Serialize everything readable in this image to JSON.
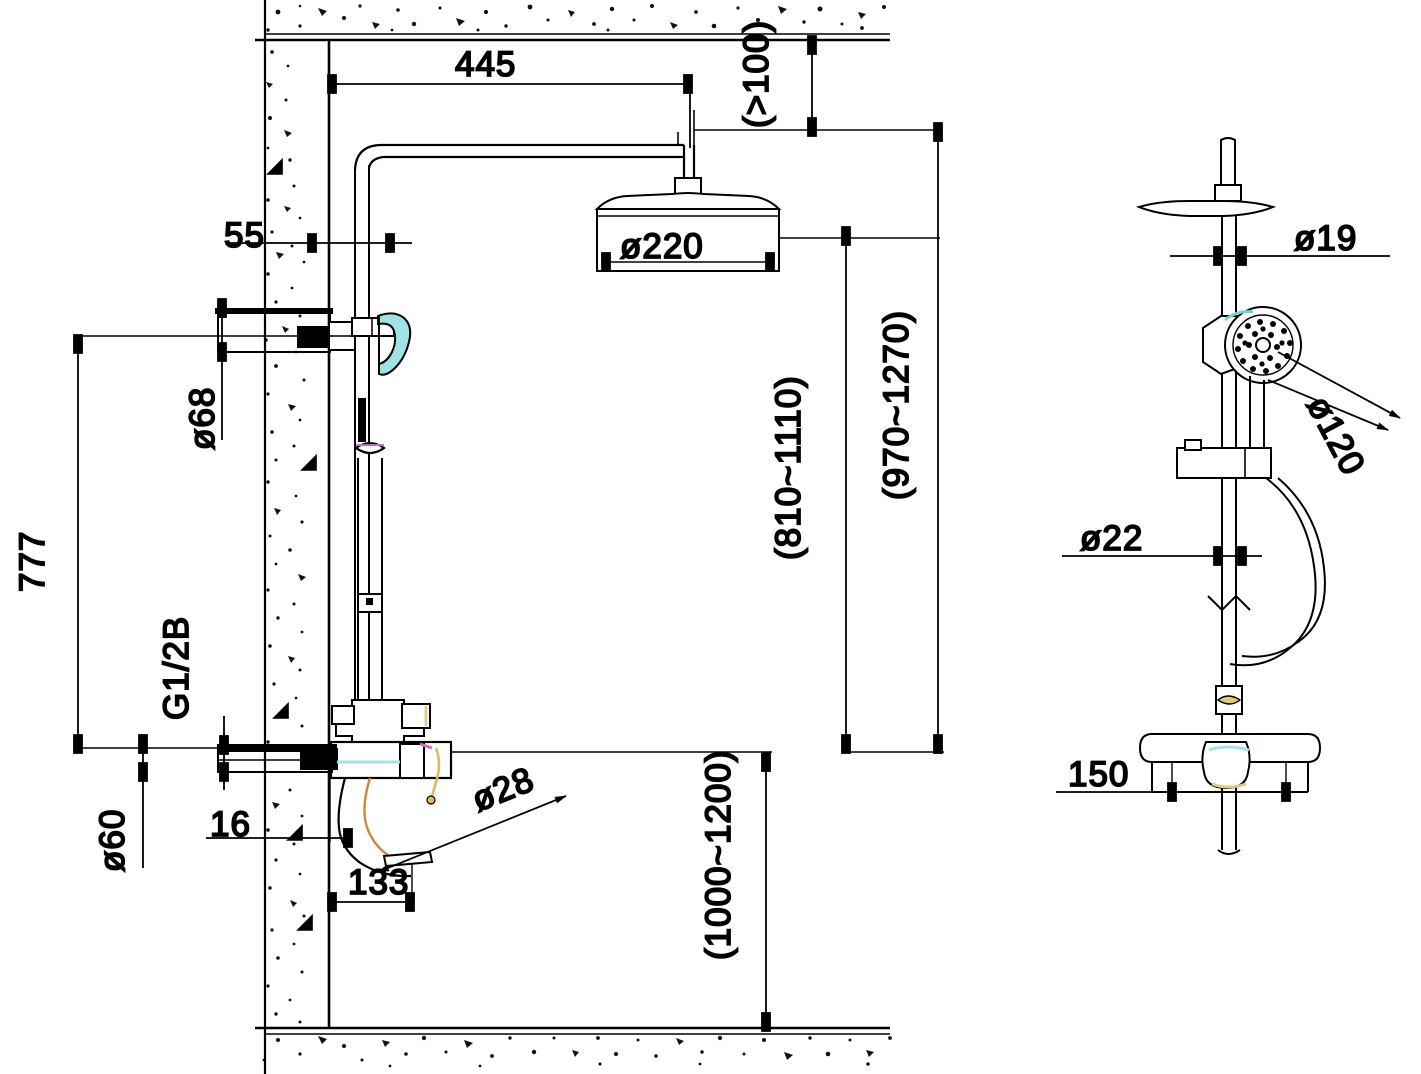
{
  "drawing": {
    "title": "Shower column technical drawing",
    "type": "engineering-dimension-drawing",
    "views": [
      "front-elevation",
      "side-elevation"
    ],
    "line_color": "#000000",
    "background_color": "#ffffff"
  },
  "front_view": {
    "dimensions": {
      "arm_length": "445",
      "ceiling_clearance": "(>100)",
      "head_diameter": "ø220",
      "bracket_offset": "55",
      "bracket_plate": "ø68",
      "total_rail_height": "777",
      "inlet_thread": "G1/2B",
      "inlet_flange": "ø60",
      "wall_offset": "16",
      "spout_projection": "133",
      "spout_diameter": "ø28",
      "rail_top_range": "(810~1110)",
      "overhead_range": "(970~1270)",
      "mixer_floor_range": "(1000~1200)"
    }
  },
  "side_view": {
    "dimensions": {
      "head_stem": "ø19",
      "hand_shower": "ø120",
      "riser_pipe": "ø22",
      "mixer_width": "150"
    }
  },
  "labels": [
    {
      "id": "d-445",
      "text": "445"
    },
    {
      "id": "d-gt100",
      "text": "(>100)"
    },
    {
      "id": "d-220",
      "text": "ø220"
    },
    {
      "id": "d-55",
      "text": "55"
    },
    {
      "id": "d-68",
      "text": "ø68"
    },
    {
      "id": "d-777",
      "text": "777"
    },
    {
      "id": "d-g12b",
      "text": "G1/2B"
    },
    {
      "id": "d-60",
      "text": "ø60"
    },
    {
      "id": "d-16",
      "text": "16"
    },
    {
      "id": "d-133",
      "text": "133"
    },
    {
      "id": "d-28",
      "text": "ø28"
    },
    {
      "id": "d-810-1110",
      "text": "(810~1110)"
    },
    {
      "id": "d-970-1270",
      "text": "(970~1270)"
    },
    {
      "id": "d-1000-1200",
      "text": "(1000~1200)"
    },
    {
      "id": "d-19",
      "text": "ø19"
    },
    {
      "id": "d-120",
      "text": "ø120"
    },
    {
      "id": "d-22",
      "text": "ø22"
    },
    {
      "id": "d-150",
      "text": "150"
    }
  ]
}
